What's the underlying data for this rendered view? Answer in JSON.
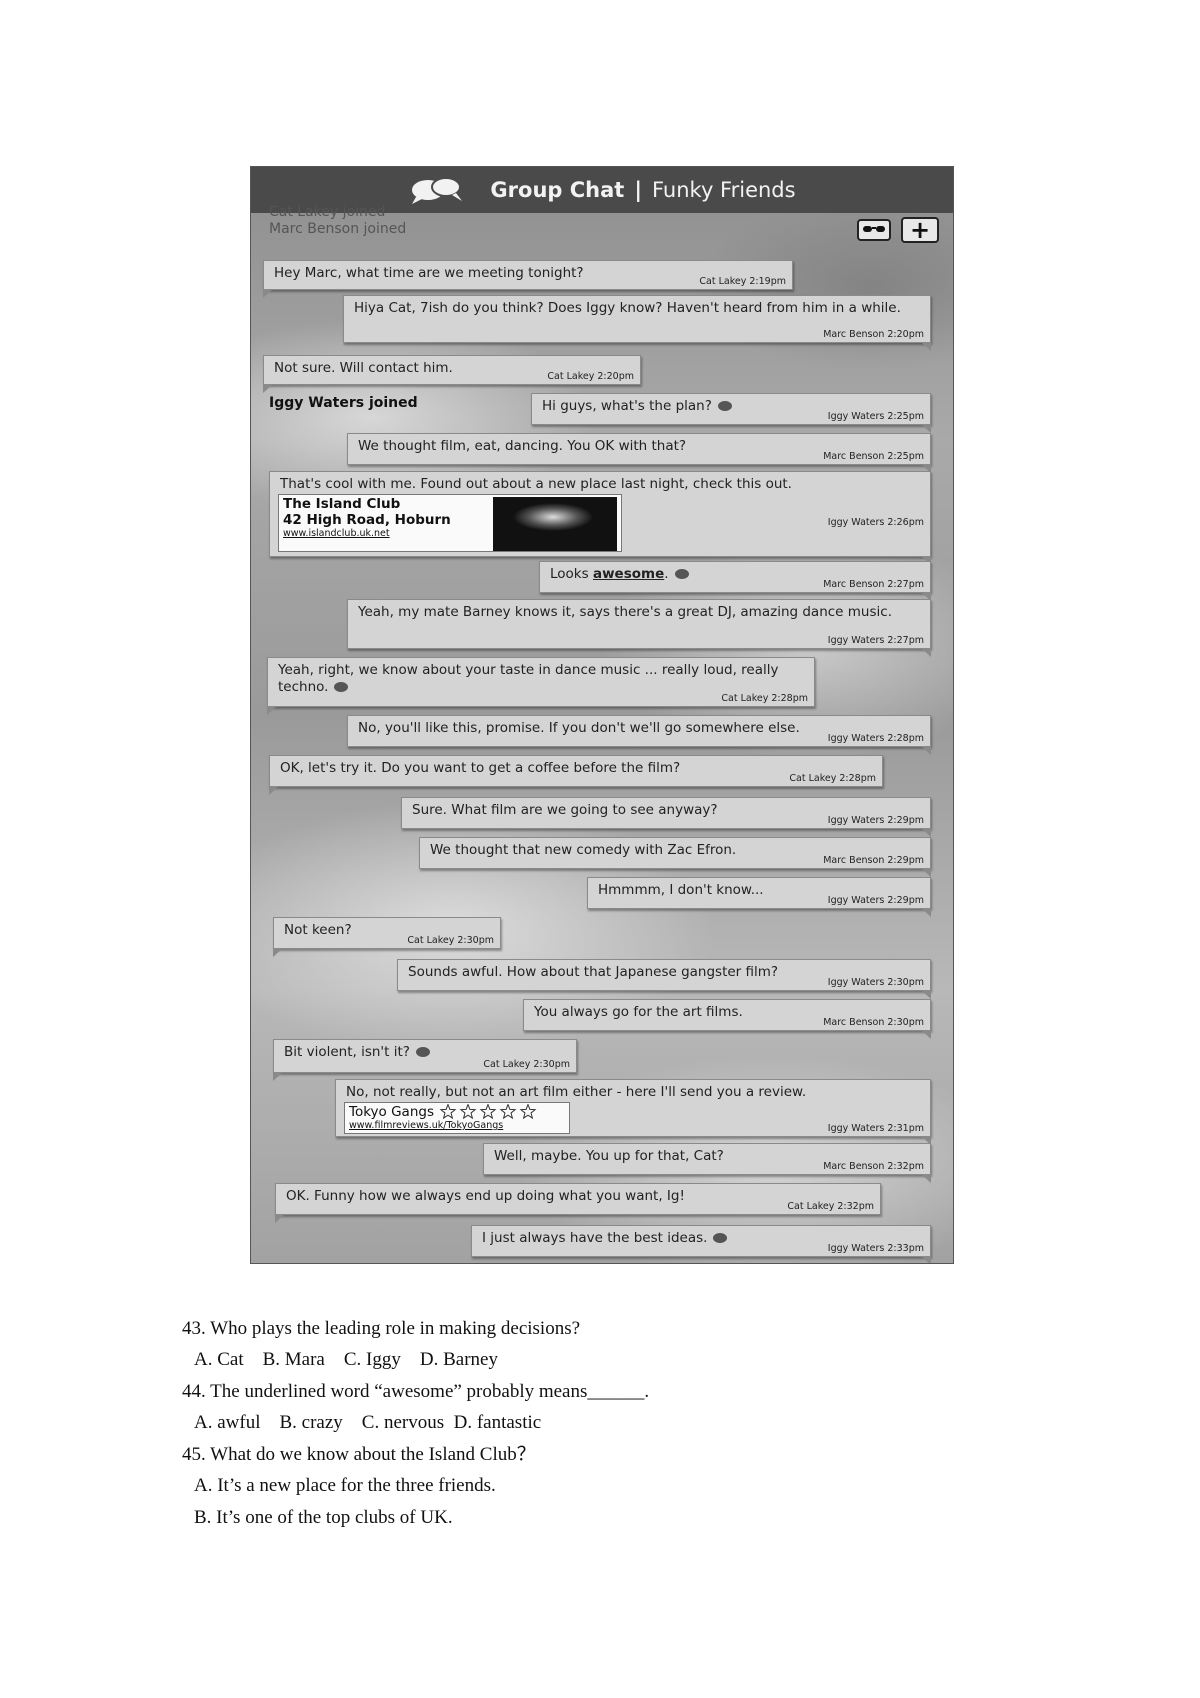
{
  "chat": {
    "title_strong": "Group Chat",
    "separator": "|",
    "title_group": "Funky Friends",
    "emoji_button_icon": "sunglasses-face-icon",
    "add_button_label": "+",
    "system_events": [
      "Cat Lakey joined",
      "Marc Benson joined",
      "Iggy Waters joined"
    ],
    "messages": [
      {
        "text": "Hey Marc, what time are we meeting tonight?",
        "sender": "Cat Lakey",
        "time": "2:19pm"
      },
      {
        "text": "Hiya Cat, 7ish do you think? Does Iggy know? Haven't heard from him in a while.",
        "sender": "Marc Benson",
        "time": "2:20pm"
      },
      {
        "text": "Not sure. Will contact him.",
        "sender": "Cat Lakey",
        "time": "2:20pm"
      },
      {
        "text": "Hi guys, what's the plan?",
        "sender": "Iggy Waters",
        "time": "2:25pm"
      },
      {
        "text": "We thought film, eat, dancing. You OK with that?",
        "sender": "Marc Benson",
        "time": "2:25pm"
      },
      {
        "text": "That's cool with me. Found out about a new place last night, check this out.",
        "sender": "Iggy Waters",
        "time": "2:26pm"
      },
      {
        "text_before": "Looks ",
        "text_underlined": "awesome",
        "text_after": ".",
        "sender": "Marc Benson",
        "time": "2:27pm"
      },
      {
        "text": "Yeah, my mate Barney knows it, says there's a great DJ, amazing dance music.",
        "sender": "Iggy Waters",
        "time": "2:27pm"
      },
      {
        "text": "Yeah, right, we know about your taste in dance music ... really loud, really techno.",
        "sender": "Cat Lakey",
        "time": "2:28pm"
      },
      {
        "text": "No, you'll like this, promise. If you don't we'll go somewhere else.",
        "sender": "Iggy Waters",
        "time": "2:28pm"
      },
      {
        "text": "OK, let's try it. Do you want to get a coffee before the film?",
        "sender": "Cat Lakey",
        "time": "2:28pm"
      },
      {
        "text": "Sure. What film are we going to see anyway?",
        "sender": "Iggy Waters",
        "time": "2:29pm"
      },
      {
        "text": "We thought that new comedy with Zac Efron.",
        "sender": "Marc Benson",
        "time": "2:29pm"
      },
      {
        "text": "Hmmmm, I don't know...",
        "sender": "Iggy Waters",
        "time": "2:29pm"
      },
      {
        "text": "Not keen?",
        "sender": "Cat Lakey",
        "time": "2:30pm"
      },
      {
        "text": "Sounds awful. How about that Japanese gangster film?",
        "sender": "Iggy Waters",
        "time": "2:30pm"
      },
      {
        "text": "You always go for the art films.",
        "sender": "Marc Benson",
        "time": "2:30pm"
      },
      {
        "text": "Bit violent, isn't it?",
        "sender": "Cat Lakey",
        "time": "2:30pm"
      },
      {
        "text": "No, not really, but not an art film either - here I'll send you a review.",
        "sender": "Iggy Waters",
        "time": "2:31pm"
      },
      {
        "text": "Well, maybe. You up for that, Cat?",
        "sender": "Marc Benson",
        "time": "2:32pm"
      },
      {
        "text": "OK. Funny how we always end up doing what you want, Ig!",
        "sender": "Cat Lakey",
        "time": "2:32pm"
      },
      {
        "text": "I just always have the best ideas.",
        "sender": "Iggy Waters",
        "time": "2:33pm"
      }
    ],
    "club_card": {
      "name": "The Island Club",
      "address": "42 High Road, Hoburn",
      "url": "www.islandclub.uk.net"
    },
    "film_card": {
      "name": "Tokyo Gangs",
      "url": "www.filmreviews.uk/TokyoGangs",
      "rating_stars": 5,
      "rating_filled": 0
    }
  },
  "questions": [
    {
      "q": "43. Who plays the leading role in making decisions?",
      "options": "A. Cat    B. Mara    C. Iggy    D. Barney"
    },
    {
      "q": "44. The underlined word “awesome” probably means______.",
      "options": "A. awful    B. crazy    C. nervous  D. fantastic"
    },
    {
      "q": "45. What do we know about the Island Club？",
      "options_list": [
        "A. It’s a new place for the three friends.",
        "B. It’s one of the top clubs of UK."
      ]
    }
  ]
}
